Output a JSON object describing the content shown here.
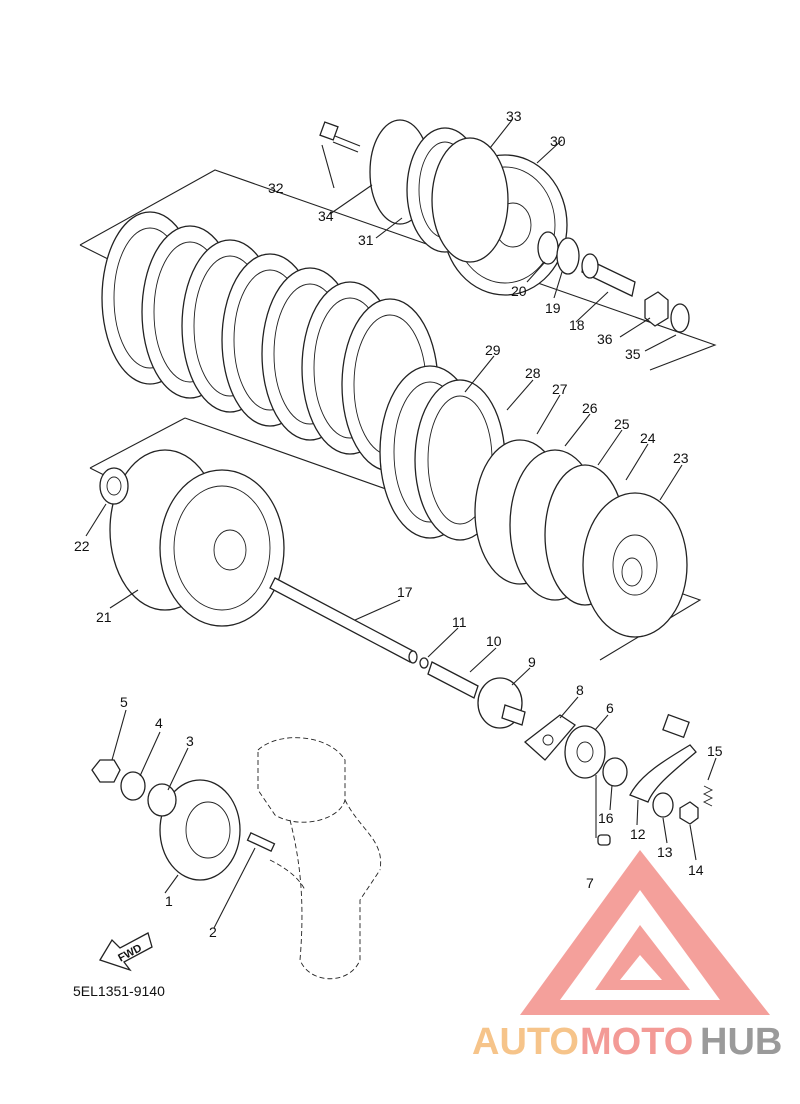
{
  "diagram_code": "5EL1351-9140",
  "fwd_label": "FWD",
  "watermark": {
    "auto": "AUTO",
    "moto": "MOTO",
    "hub": "HUB",
    "color_auto": "#f6c48a",
    "color_moto": "#f39a96",
    "color_hub": "#9a9a9a",
    "color_logo": "#f28f8a"
  },
  "labels": {
    "p1": "1",
    "p2": "2",
    "p3": "3",
    "p4": "4",
    "p5": "5",
    "p6": "6",
    "p7": "7",
    "p8": "8",
    "p9": "9",
    "p10": "10",
    "p11": "11",
    "p12": "12",
    "p13": "13",
    "p14": "14",
    "p15": "15",
    "p16": "16",
    "p17": "17",
    "p18": "18",
    "p19": "19",
    "p20": "20",
    "p21": "21",
    "p22": "22",
    "p23": "23",
    "p24": "24",
    "p25": "25",
    "p26": "26",
    "p27": "27",
    "p28": "28",
    "p29": "29",
    "p30": "30",
    "p31": "31",
    "p32": "32",
    "p33": "33",
    "p34": "34",
    "p35": "35",
    "p36": "36"
  }
}
